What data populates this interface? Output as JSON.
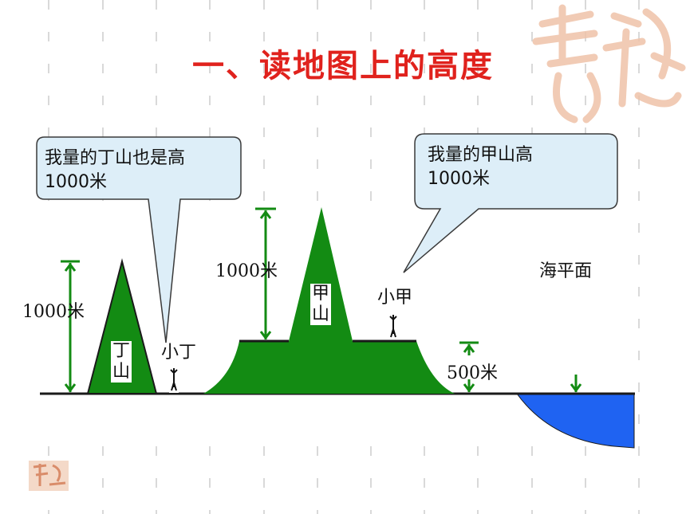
{
  "title": "一、读地图上的高度",
  "bubbles": {
    "left": {
      "line1": "我量的丁山也是高",
      "line2": "1000米"
    },
    "right": {
      "line1": "我量的甲山高",
      "line2": "1000米"
    }
  },
  "labels": {
    "ding_height": "1000米",
    "jia_height": "1000米",
    "plateau_height": "500米",
    "xiao_ding": "小丁",
    "xiao_jia": "小甲",
    "sea_level": "海平面",
    "ding_shan": "丁山",
    "jia_shan": "甲山"
  },
  "colors": {
    "title": "#e0221d",
    "mountain": "#138b13",
    "arrow": "#138b13",
    "sea": "#1f63f2",
    "bubble_fill": "#ddeef8",
    "decor": "#efc3a9"
  }
}
